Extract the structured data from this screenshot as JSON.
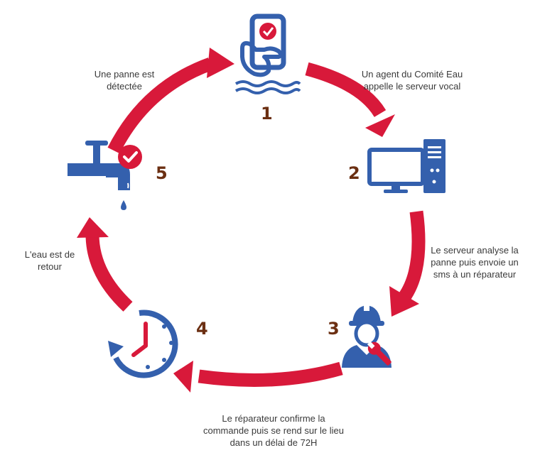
{
  "colors": {
    "arrow": "#d8193a",
    "icon_blue": "#3460ad",
    "check_red": "#d8193a",
    "number_brown": "#6b2f12",
    "text": "#3a3a3a"
  },
  "steps": [
    {
      "number": "1",
      "icon": "phone-in-hand-icon",
      "caption_lines": [
        "Une panne est",
        "détectée"
      ]
    },
    {
      "number": "2",
      "icon": "desktop-computer-icon",
      "caption_lines": [
        "Un agent du Comité Eau",
        "appelle le serveur vocal"
      ]
    },
    {
      "number": "3",
      "icon": "repair-worker-icon",
      "caption_lines": [
        "Le serveur analyse la",
        "panne puis envoie un",
        "sms à un réparateur"
      ]
    },
    {
      "number": "4",
      "icon": "clock-icon",
      "caption_lines": [
        "Le réparateur confirme la",
        "commande puis se rend sur le lieu",
        "dans un délai de 72H"
      ]
    },
    {
      "number": "5",
      "icon": "water-tap-icon",
      "caption_lines": [
        "L'eau est de",
        "retour"
      ]
    }
  ]
}
